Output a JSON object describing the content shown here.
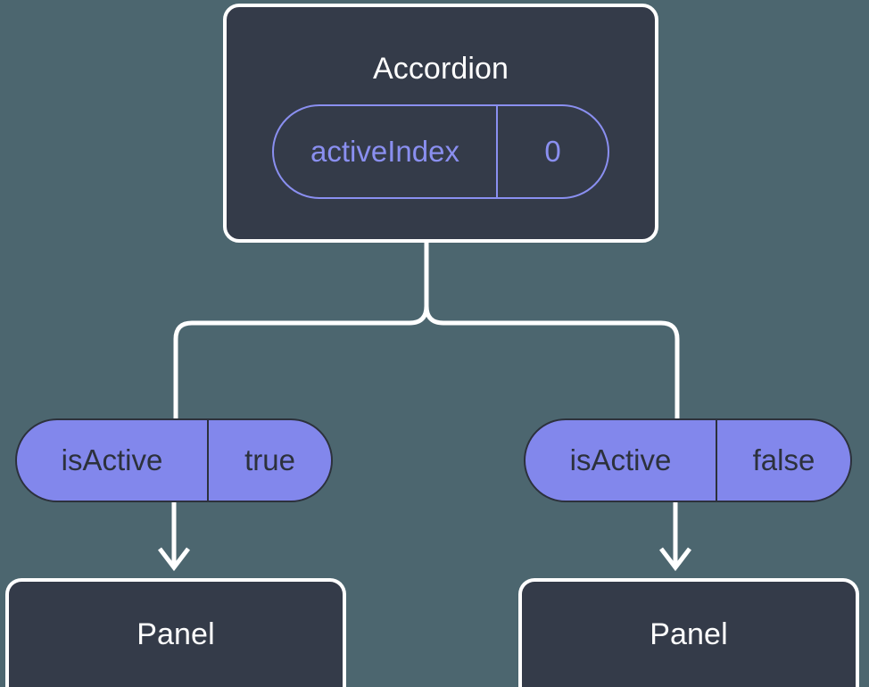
{
  "diagram": {
    "type": "component-state-tree",
    "background_color": "#4c666f",
    "box_fill_color": "#343b49",
    "box_border_color": "#ffffff",
    "accent_color": "#8a8ff0",
    "pill_fill_color": "#8287ec",
    "pill_text_color": "#2c313c",
    "connector_color": "#ffffff"
  },
  "root": {
    "title": "Accordion",
    "state": {
      "key": "activeIndex",
      "value": "0"
    }
  },
  "children": [
    {
      "prop": {
        "key": "isActive",
        "value": "true"
      },
      "title": "Panel"
    },
    {
      "prop": {
        "key": "isActive",
        "value": "false"
      },
      "title": "Panel"
    }
  ]
}
